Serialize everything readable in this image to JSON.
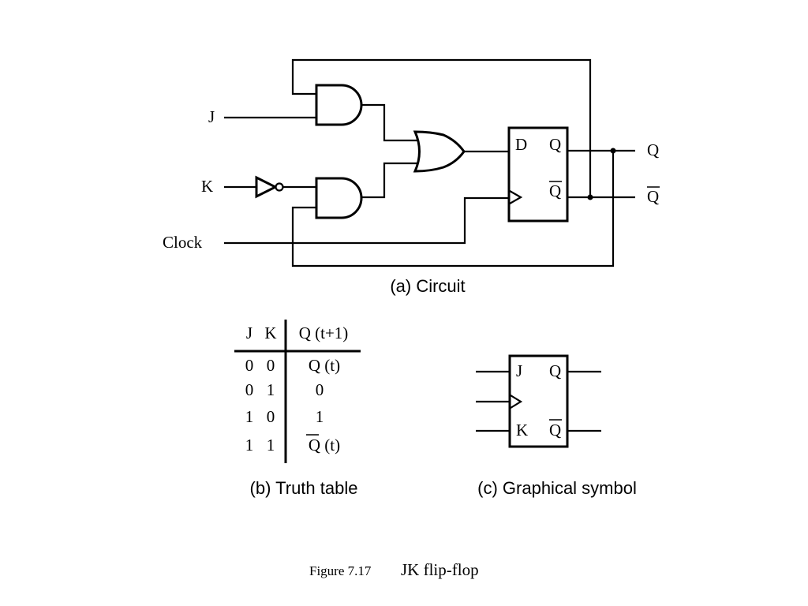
{
  "circuit": {
    "inputs": {
      "j": "J",
      "k": "K",
      "clock": "Clock"
    },
    "ff_pins": {
      "d": "D",
      "q": "Q",
      "qbar": "Q"
    },
    "outputs": {
      "q": "Q",
      "qbar": "Q"
    },
    "caption": "(a) Circuit"
  },
  "truth_table": {
    "headers": {
      "j": "J",
      "k": "K",
      "q_next": "Q (t+1)"
    },
    "rows": [
      {
        "j": "0",
        "k": "0",
        "q_next": "Q (t)"
      },
      {
        "j": "0",
        "k": "1",
        "q_next": "0"
      },
      {
        "j": "1",
        "k": "0",
        "q_next": "1"
      },
      {
        "j": "1",
        "k": "1",
        "q_next": "Q (t)"
      }
    ],
    "caption": "(b) Truth table"
  },
  "symbol": {
    "pins": {
      "j": "J",
      "k": "K",
      "q": "Q",
      "qbar": "Q"
    },
    "caption": "(c) Graphical symbol"
  },
  "figure": {
    "number": "Figure 7.17",
    "title": "JK flip-flop"
  }
}
